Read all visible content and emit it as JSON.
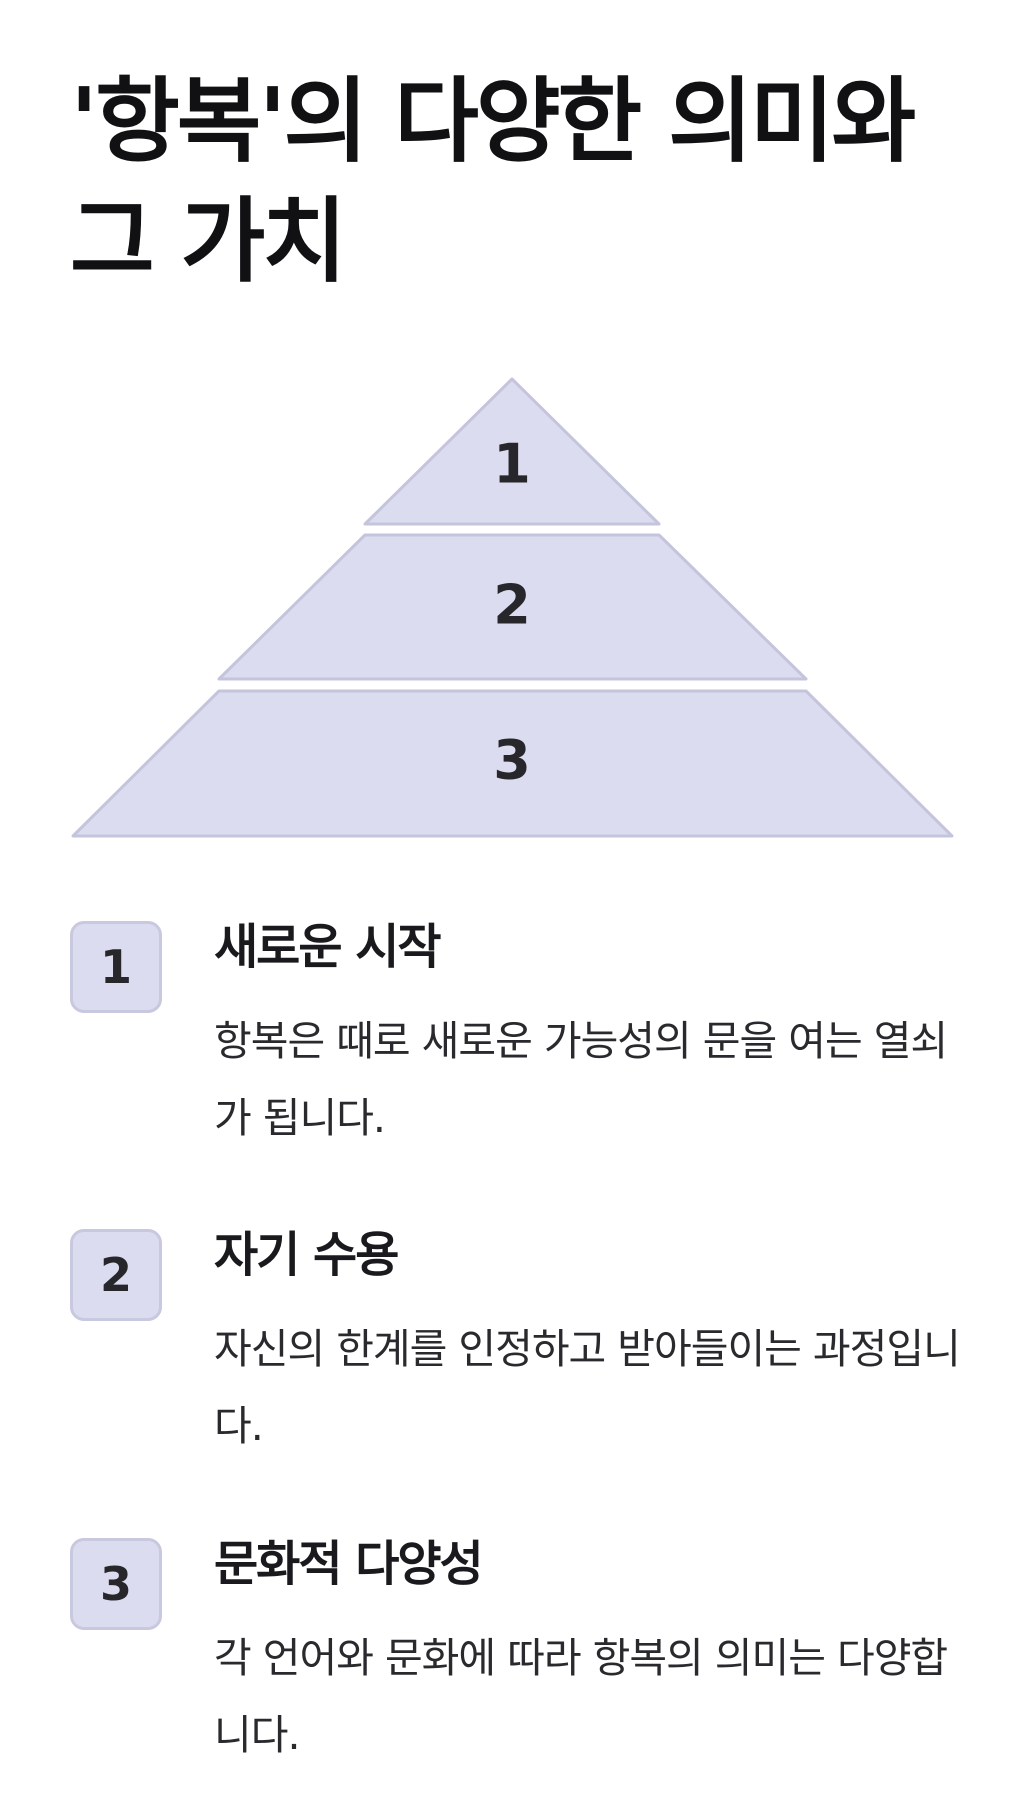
{
  "title": "'항복'의 다양한 의미와 그 가치",
  "pyramid": {
    "tiers": [
      {
        "label": "1"
      },
      {
        "label": "2"
      },
      {
        "label": "3"
      }
    ]
  },
  "items": [
    {
      "number": "1",
      "title": "새로운 시작",
      "description": "항복은 때로 새로운 가능성의 문을 여는 열쇠가 됩니다."
    },
    {
      "number": "2",
      "title": "자기 수용",
      "description": "자신의 한계를 인정하고 받아들이는 과정입니다."
    },
    {
      "number": "3",
      "title": "문화적 다양성",
      "description": "각 언어와 문화에 따라 항복의 의미는 다양합니다."
    }
  ],
  "colors": {
    "tier_fill": "#dcdcf0",
    "tier_stroke": "#c4c4dc",
    "text": "#1c1c20"
  }
}
